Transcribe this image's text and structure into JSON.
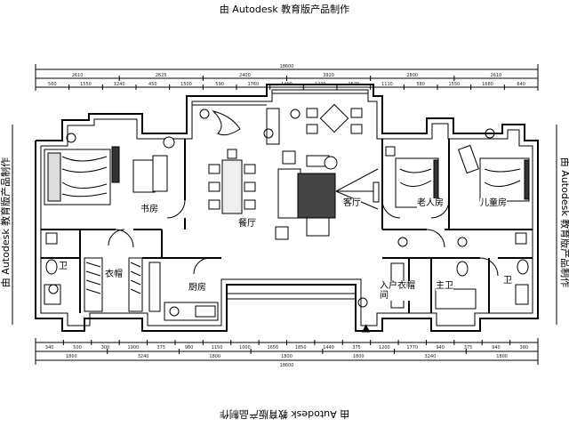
{
  "watermark": {
    "top": "由 Autodesk 教育版产品制作",
    "bottom": "由 Autodesk 教育版产品制作",
    "left": "由 Autodesk 教育版产品制作",
    "right": "由 Autodesk 教育版产品制作"
  },
  "plan": {
    "rooms": {
      "study": "书房",
      "dining": "餐厅",
      "living": "客厅",
      "elderly_room": "老人房",
      "child_room": "儿童房",
      "cloakroom": "衣帽",
      "kitchen": "厨房",
      "entrance": "入户衣帽间",
      "master_bath": "主卫",
      "bath_left": "卫",
      "bath_right": "卫"
    },
    "dimensions": {
      "top_total": "18600",
      "bottom_total": "18600",
      "top_row": [
        "2610",
        "2625",
        "2400",
        "3920",
        "2800",
        "2610"
      ],
      "top_detail": [
        "560",
        "1550",
        "1240",
        "450",
        "1500",
        "590",
        "1760",
        "1490",
        "1220",
        "1570",
        "1110",
        "580",
        "1550",
        "1680",
        "640"
      ],
      "bottom_row": [
        "1800",
        "3240",
        "1800",
        "1800",
        "1800",
        "3240",
        "1800"
      ],
      "bottom_detail": [
        "340",
        "500",
        "300",
        "1900",
        "375",
        "980",
        "1150",
        "1000",
        "1650",
        "1850",
        "1440",
        "375",
        "1200",
        "1770",
        "940",
        "375",
        "940",
        "380"
      ]
    },
    "north_arrow": "▲"
  }
}
